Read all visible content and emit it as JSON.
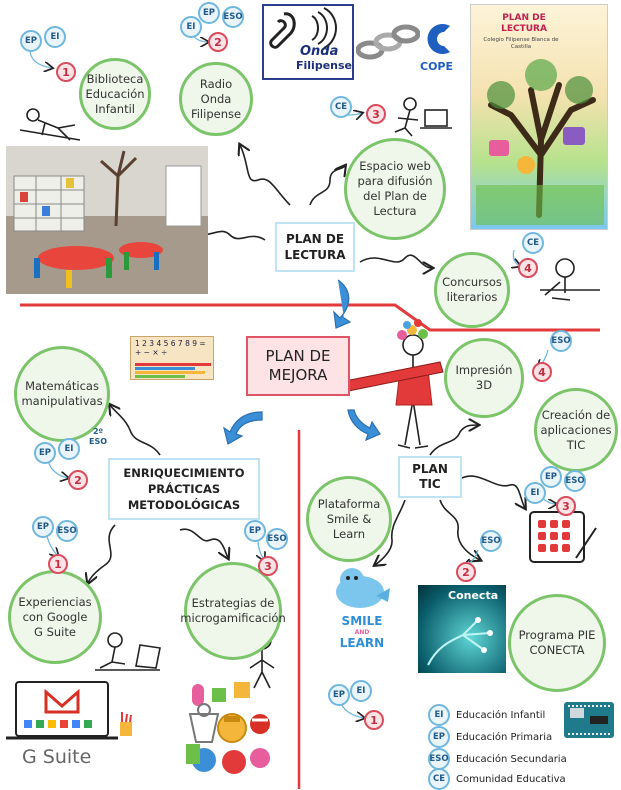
{
  "plan_lectura": "PLAN DE LECTURA",
  "plan_mejora": "PLAN DE MEJORA",
  "plan_tic": "PLAN TIC",
  "enriquecimiento": "ENRIQUECIMIENTO PRÁCTICAS METODOLÓGICAS",
  "nodes": {
    "biblioteca": "Biblioteca Educación Infantil",
    "radio": "Radio Onda Filipense",
    "espacio_web": "Espacio web para difusión del Plan de Lectura",
    "concursos": "Concursos literarios",
    "matematicas": "Matemáticas manipulativas",
    "impresion": "Impresión 3D",
    "aplicaciones": "Creación de aplicaciones TIC",
    "smile": "Plataforma Smile & Learn",
    "experiencias": "Experiencias con Google G Suite",
    "estrategias": "Estrategias de microgamificación",
    "pie_conecta": "Programa PIE CONECTA"
  },
  "numbers": {
    "n_biblioteca": "1",
    "n_radio": "2",
    "n_espacio": "3",
    "n_concursos": "4",
    "n_matematicas": "2",
    "n_impresion": "4",
    "n_aplicaciones": "3",
    "n_experiencias": "1",
    "n_estrategias": "3",
    "n_conecta": "2",
    "n_smile": "1"
  },
  "tags": {
    "ep": "EP",
    "ei": "EI",
    "eso": "ESO",
    "ce": "CE",
    "eso_2": "2º ESO"
  },
  "logos": {
    "onda_title": "Onda",
    "onda_sub": "Filipense",
    "cope": "COPE",
    "poster_title": "PLAN DE LECTURA",
    "poster_school": "Colegio Filipense Blanca de Castilla",
    "smile_word1": "SMILE",
    "smile_and": "AND",
    "smile_word2": "LEARN",
    "conecta": "Conecta",
    "gsuite": "G Suite",
    "abacus": "1 2 3 4 5 6 7 8 9 = + − × ÷"
  },
  "legend": [
    {
      "tag": "EI",
      "label": "Educación Infantil"
    },
    {
      "tag": "EP",
      "label": "Educación Primaria"
    },
    {
      "tag": "ESO",
      "label": "Educación Secundaria"
    },
    {
      "tag": "CE",
      "label": "Comunidad Educativa"
    }
  ],
  "colors": {
    "bubble_border": "#7cc46a",
    "bubble_fill": "#eef7ea",
    "divider": "#e23a3a",
    "number_accent": "#d94c5c",
    "tag_accent": "#6fb7de",
    "arrow_blue": "#3a8fd6"
  }
}
